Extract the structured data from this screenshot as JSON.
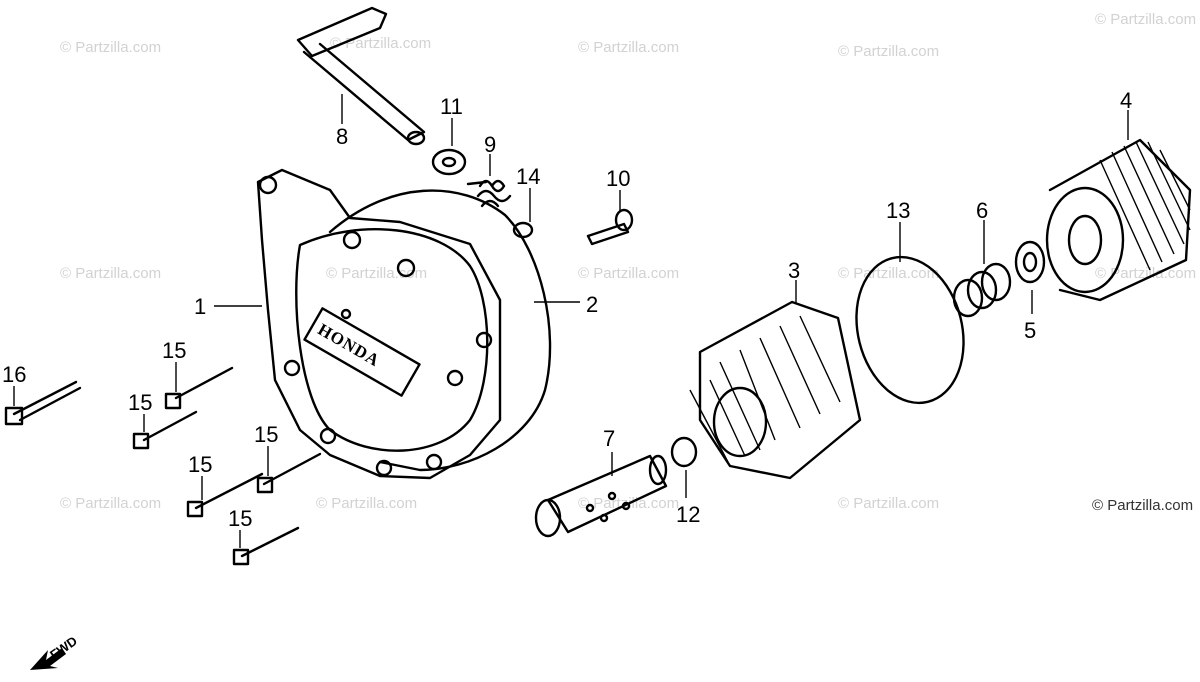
{
  "brand_mark": "HONDA",
  "fwd_label": "FWD",
  "watermark": "© Partzilla.com",
  "corner_watermark": "© Partzilla.com",
  "callouts": [
    {
      "id": "1",
      "label": "1"
    },
    {
      "id": "2",
      "label": "2"
    },
    {
      "id": "3",
      "label": "3"
    },
    {
      "id": "4",
      "label": "4"
    },
    {
      "id": "5",
      "label": "5"
    },
    {
      "id": "6",
      "label": "6"
    },
    {
      "id": "7",
      "label": "7"
    },
    {
      "id": "8",
      "label": "8"
    },
    {
      "id": "9",
      "label": "9"
    },
    {
      "id": "10",
      "label": "10"
    },
    {
      "id": "11",
      "label": "11"
    },
    {
      "id": "12",
      "label": "12"
    },
    {
      "id": "13",
      "label": "13"
    },
    {
      "id": "14",
      "label": "14"
    },
    {
      "id": "15a",
      "label": "15"
    },
    {
      "id": "15b",
      "label": "15"
    },
    {
      "id": "15c",
      "label": "15"
    },
    {
      "id": "15d",
      "label": "15"
    },
    {
      "id": "15e",
      "label": "15"
    },
    {
      "id": "16",
      "label": "16"
    }
  ]
}
